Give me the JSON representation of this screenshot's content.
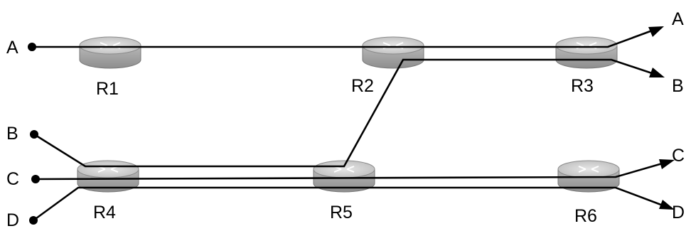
{
  "routers": [
    {
      "id": "r1",
      "label": "R1"
    },
    {
      "id": "r2",
      "label": "R2"
    },
    {
      "id": "r3",
      "label": "R3"
    },
    {
      "id": "r4",
      "label": "R4"
    },
    {
      "id": "r5",
      "label": "R5"
    },
    {
      "id": "r6",
      "label": "R6"
    }
  ],
  "endpoints": {
    "left_a": "A",
    "left_b": "B",
    "left_c": "C",
    "left_d": "D",
    "right_a": "A",
    "right_b": "B",
    "right_c": "C",
    "right_d": "D"
  },
  "colors": {
    "router_body": "#a8a8a8",
    "router_top": "#d6d6d6",
    "router_arrows": "#ffffff",
    "line": "#000000"
  }
}
